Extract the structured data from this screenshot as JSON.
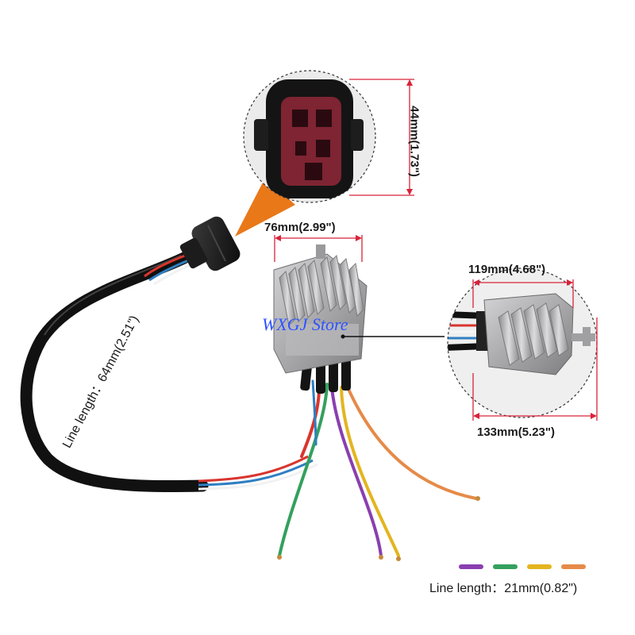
{
  "labels": {
    "top_width": "76mm(2.99\")",
    "connector_height": "44mm(1.73\")",
    "inner_width": "119mm(4.68\")",
    "outer_width": "133mm(5.23\")",
    "cable_length": "Line length：64mm(2.51\")",
    "wire_length": "Line length：21mm(0.82\")",
    "watermark": "WXGJ Store"
  },
  "wire_colors": {
    "purple": "#8a3fb0",
    "green": "#34a05e",
    "yellow": "#e3b51f",
    "orange": "#e68a48",
    "red": "#d8352e",
    "blue": "#2f7fc2",
    "white": "#f2f2f2"
  },
  "accent_colors": {
    "dimension_line": "#d9233a",
    "callout_arrow": "#e97819",
    "connector_red": "#7e2432",
    "module_metal": "#aeaeb0"
  },
  "legend": [
    {
      "color": "#8a3fb0"
    },
    {
      "color": "#34a05e"
    },
    {
      "color": "#e3b51f"
    },
    {
      "color": "#e68a48"
    }
  ]
}
